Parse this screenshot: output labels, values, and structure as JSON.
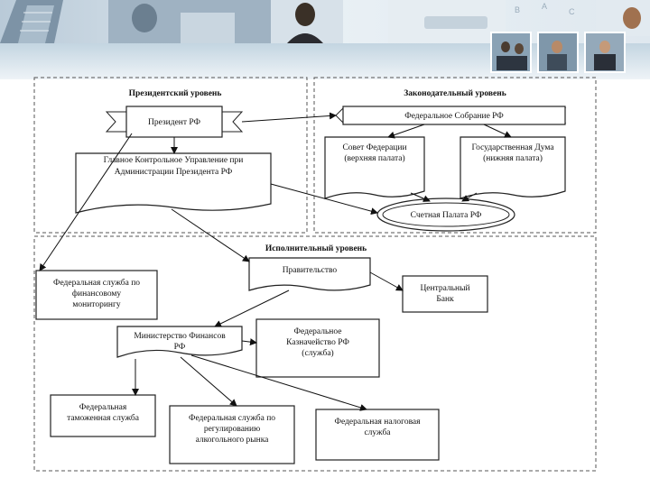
{
  "diagram": {
    "regions": {
      "presidential": "Президентский уровень",
      "legislative": "Законодательный уровень",
      "executive": "Исполнительный уровень"
    },
    "nodes": {
      "president": "Президент РФ",
      "gku_line1": "Главное Контрольное Управление при",
      "gku_line2": "Администрации Президента РФ",
      "fed_assembly": "Федеральное Собрание РФ",
      "sovfed_line1": "Совет Федерации",
      "sovfed_line2": "(верхняя палата)",
      "duma_line1": "Государственная Дума",
      "duma_line2": "(нижняя палата)",
      "audit_chamber": "Счетная Палата РФ",
      "government": "Правительство",
      "central_bank_line1": "Центральный",
      "central_bank_line2": "Банк",
      "finmon_line1": "Федеральная служба по",
      "finmon_line2": "финансовому",
      "finmon_line3": "мониторингу",
      "minfin_line1": "Министерство Финансов",
      "minfin_line2": "РФ",
      "treasury_line1": "Федеральное",
      "treasury_line2": "Казначейство РФ",
      "treasury_line3": "(служба)",
      "customs_line1": "Федеральная",
      "customs_line2": "таможенная служба",
      "alcohol_line1": "Федеральная служба по",
      "alcohol_line2": "регулированию",
      "alcohol_line3": "алкогольного рынка",
      "tax_line1": "Федеральная налоговая",
      "tax_line2": "служба"
    }
  },
  "colors": {
    "banner_bg": "#dde7ef",
    "banner_band": "#8fb1c7",
    "box_stroke": "#222222",
    "dash": "#555555"
  }
}
